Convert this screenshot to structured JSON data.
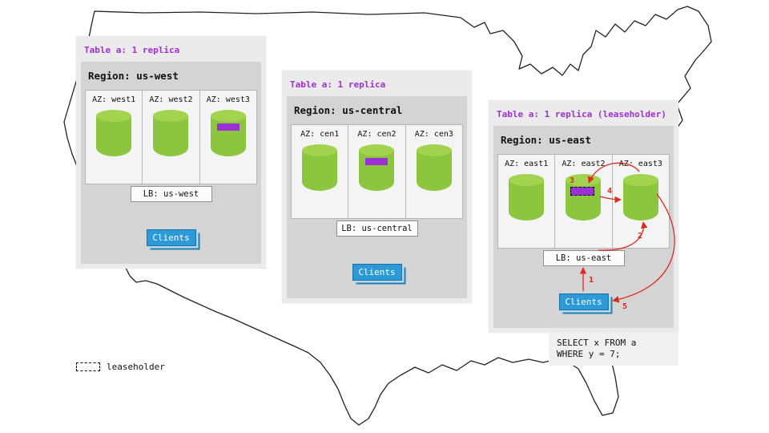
{
  "regions": [
    {
      "table_label": "Table a: 1 replica",
      "region_label": "Region: us-west",
      "azs": [
        {
          "label": "AZ: west1"
        },
        {
          "label": "AZ: west2"
        },
        {
          "label": "AZ: west3"
        }
      ],
      "lb_label": "LB: us-west",
      "clients_label": "Clients"
    },
    {
      "table_label": "Table a: 1 replica",
      "region_label": "Region: us-central",
      "azs": [
        {
          "label": "AZ: cen1"
        },
        {
          "label": "AZ: cen2"
        },
        {
          "label": "AZ: cen3"
        }
      ],
      "lb_label": "LB: us-central",
      "clients_label": "Clients"
    },
    {
      "table_label": "Table a: 1 replica (leaseholder)",
      "region_label": "Region: us-east",
      "azs": [
        {
          "label": "AZ: east1"
        },
        {
          "label": "AZ: east2"
        },
        {
          "label": "AZ: east3"
        }
      ],
      "lb_label": "LB: us-east",
      "clients_label": "Clients"
    }
  ],
  "flow": {
    "step1": "1",
    "step2": "2",
    "step3": "3",
    "step4": "4",
    "step5": "5"
  },
  "sql": {
    "line1": "SELECT x FROM a",
    "line2": "WHERE y = 7;"
  },
  "legend": {
    "label": "leaseholder"
  },
  "colors": {
    "replica_green": "#8cc63e",
    "replica_green_top": "#a2d44f",
    "replica_purple": "#9a30d6",
    "arrow_red": "#e0281e",
    "clients_blue": "#2b9ad6",
    "table_label_purple": "#a12fd4",
    "panel_gray": "#ebebeb",
    "inner_gray": "#d4d4d4"
  }
}
